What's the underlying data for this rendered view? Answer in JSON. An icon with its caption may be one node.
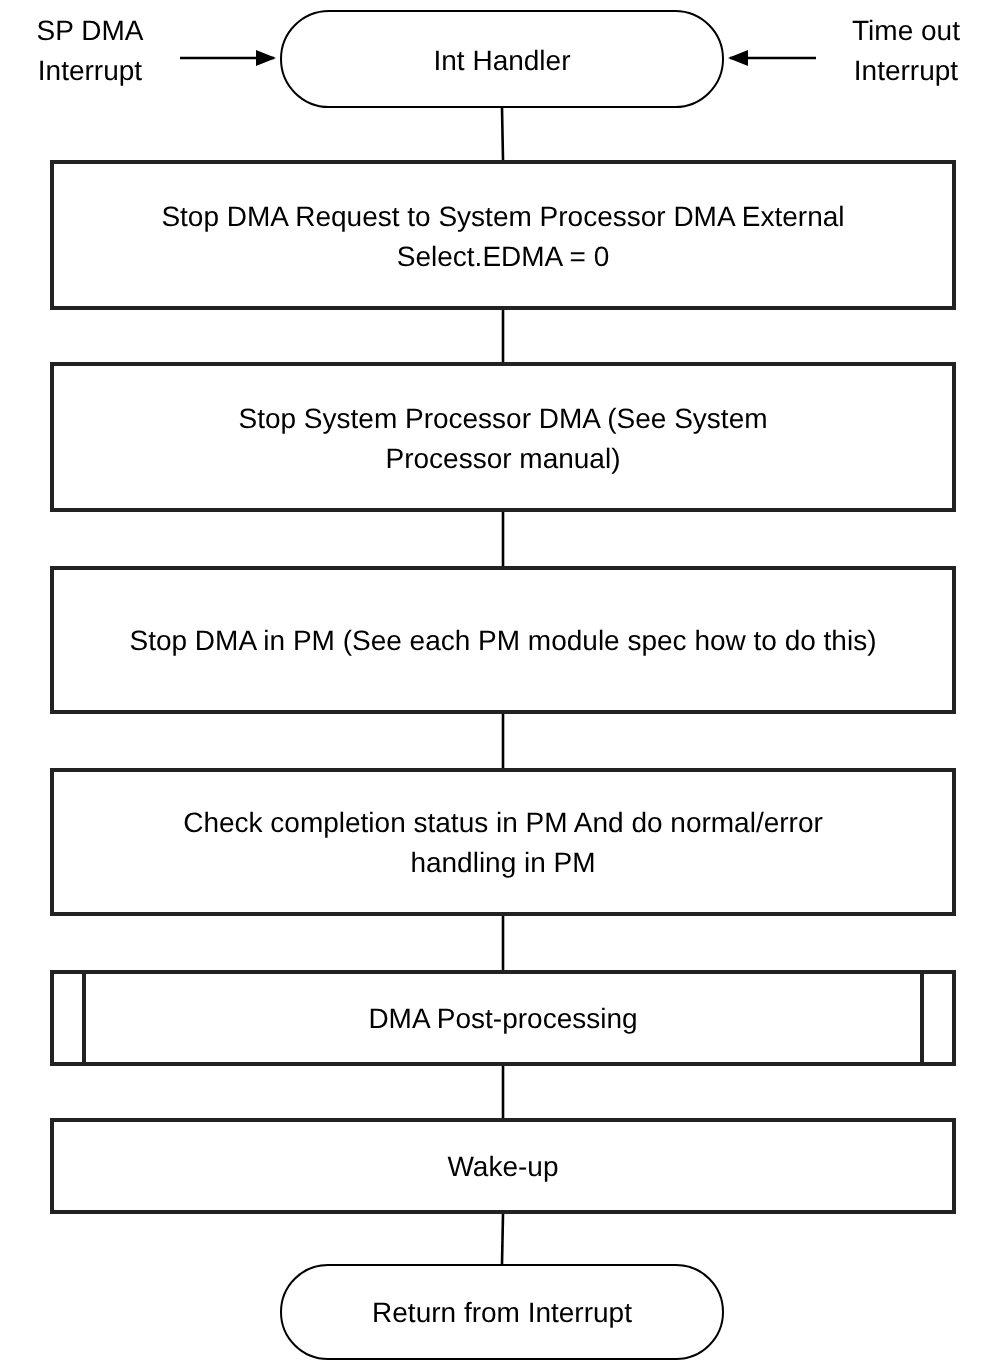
{
  "diagram": {
    "nodes": [
      {
        "text": [
          "SP DMA Interrupt"
        ]
      },
      {
        "text": [
          "Int Handler"
        ]
      },
      {
        "text": [
          "Time out Interrupt"
        ]
      },
      {
        "text": [
          "Stop DMA Request to System Processor DMA External Select.EDMA = 0"
        ]
      },
      {
        "text": [
          "Stop System Processor DMA (See System Processor manual)"
        ]
      },
      {
        "text": [
          "Stop DMA in PM (See each PM module spec how to do this)"
        ]
      },
      {
        "text": [
          "Check completion status in PM And do normal/error handling in PM"
        ]
      },
      {
        "text": [
          "DMA Post-processing"
        ]
      },
      {
        "text": [
          "Wake-up"
        ]
      },
      {
        "text": [
          "Return from Interrupt"
        ]
      }
    ],
    "edges": [
      {
        "from": 0,
        "to": 1,
        "arrow": "to"
      },
      {
        "from": 2,
        "to": 1,
        "arrow": "to"
      },
      {
        "from": 1,
        "to": 3,
        "arrow": "none"
      },
      {
        "from": 3,
        "to": 4,
        "arrow": "none"
      },
      {
        "from": 4,
        "to": 5,
        "arrow": "none"
      },
      {
        "from": 5,
        "to": 6,
        "arrow": "none"
      },
      {
        "from": 6,
        "to": 7,
        "arrow": "none"
      },
      {
        "from": 7,
        "to": 8,
        "arrow": "none"
      },
      {
        "from": 8,
        "to": 9,
        "arrow": "none"
      }
    ]
  }
}
